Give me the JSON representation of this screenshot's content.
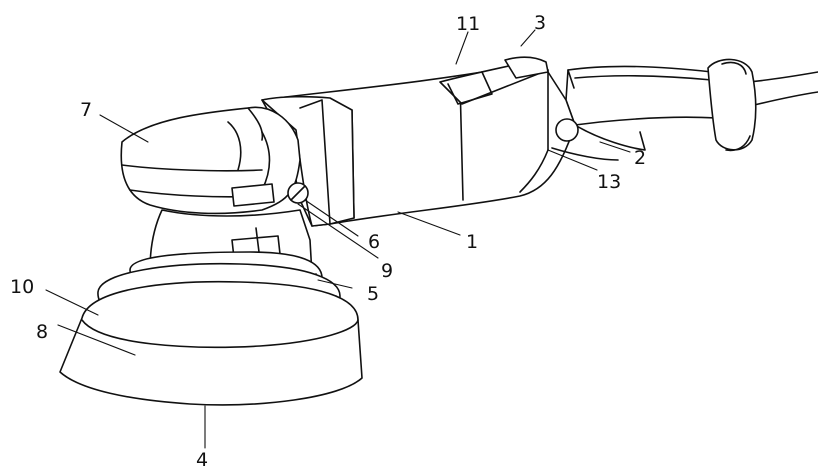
{
  "figure": {
    "callouts": [
      {
        "id": "callout-1",
        "text": "1"
      },
      {
        "id": "callout-2",
        "text": "2"
      },
      {
        "id": "callout-3",
        "text": "3"
      },
      {
        "id": "callout-4",
        "text": "4"
      },
      {
        "id": "callout-5",
        "text": "5"
      },
      {
        "id": "callout-6",
        "text": "6"
      },
      {
        "id": "callout-7",
        "text": "7"
      },
      {
        "id": "callout-8",
        "text": "8"
      },
      {
        "id": "callout-9",
        "text": "9"
      },
      {
        "id": "callout-10",
        "text": "10"
      },
      {
        "id": "callout-11",
        "text": "11"
      },
      {
        "id": "callout-13",
        "text": "13"
      }
    ]
  }
}
